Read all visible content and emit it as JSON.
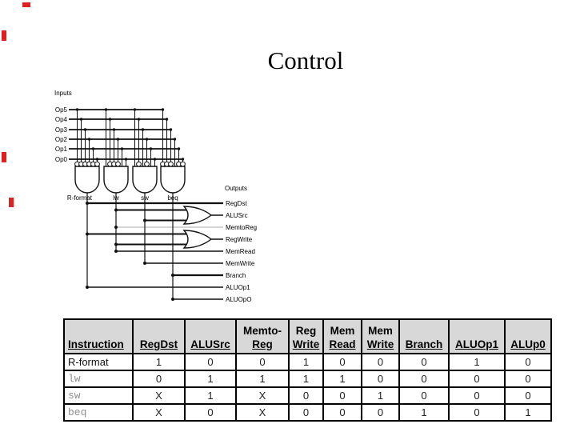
{
  "slide": {
    "title": "Control"
  },
  "diagram": {
    "inputs_label": "Inputs",
    "outputs_label": "Outputs",
    "inputs": [
      "Op5",
      "Op4",
      "Op3",
      "Op2",
      "Op1",
      "Op0"
    ],
    "gates": [
      {
        "label": "R-format",
        "inverted_inputs": [
          1,
          2,
          3,
          4,
          5,
          6
        ]
      },
      {
        "label": "lw",
        "inverted_inputs": [
          2,
          3,
          4
        ]
      },
      {
        "label": "sw",
        "inverted_inputs": [
          2,
          4
        ]
      },
      {
        "label": "beq",
        "inverted_inputs": [
          1,
          2,
          3,
          5,
          6
        ]
      }
    ],
    "outputs": [
      {
        "label": "RegDst",
        "from": [
          "R-format"
        ],
        "thick": true
      },
      {
        "label": "ALUSrc",
        "from": [
          "lw",
          "sw"
        ],
        "or_gate": true
      },
      {
        "label": "MemtoReg",
        "from": [
          "lw"
        ],
        "wire_color": "#c6c6c6"
      },
      {
        "label": "RegWrite",
        "from": [
          "R-format",
          "lw"
        ],
        "or_gate": true
      },
      {
        "label": "MemRead",
        "from": [
          "lw"
        ]
      },
      {
        "label": "MemWrite",
        "from": [
          "sw"
        ]
      },
      {
        "label": "Branch",
        "from": [
          "beq"
        ],
        "thick": true
      },
      {
        "label": "ALUOp1",
        "from": [
          "R-format"
        ]
      },
      {
        "label": "ALUOpO",
        "from": [
          "beq"
        ]
      }
    ]
  },
  "table": {
    "columns": [
      {
        "line1": "",
        "line2": "Instruction"
      },
      {
        "line1": "",
        "line2": "RegDst"
      },
      {
        "line1": "",
        "line2": "ALUSrc"
      },
      {
        "line1": "Memto-",
        "line2": "Reg"
      },
      {
        "line1": "Reg",
        "line2": "Write"
      },
      {
        "line1": "Mem",
        "line2": "Read"
      },
      {
        "line1": "Mem",
        "line2": "Write"
      },
      {
        "line1": "",
        "line2": "Branch"
      },
      {
        "line1": "",
        "line2": "ALUOp1"
      },
      {
        "line1": "",
        "line2": "ALUp0"
      }
    ],
    "rows": [
      {
        "label": "R-format",
        "mono": false,
        "values": [
          "1",
          "0",
          "0",
          "1",
          "0",
          "0",
          "0",
          "1",
          "0"
        ]
      },
      {
        "label": "lw",
        "mono": true,
        "values": [
          "0",
          "1",
          "1",
          "1",
          "1",
          "0",
          "0",
          "0",
          "0"
        ]
      },
      {
        "label": "sw",
        "mono": true,
        "values": [
          "X",
          "1",
          "X",
          "0",
          "0",
          "1",
          "0",
          "0",
          "0"
        ]
      },
      {
        "label": "beq",
        "mono": true,
        "values": [
          "X",
          "0",
          "X",
          "0",
          "0",
          "0",
          "1",
          "0",
          "1"
        ]
      }
    ]
  }
}
